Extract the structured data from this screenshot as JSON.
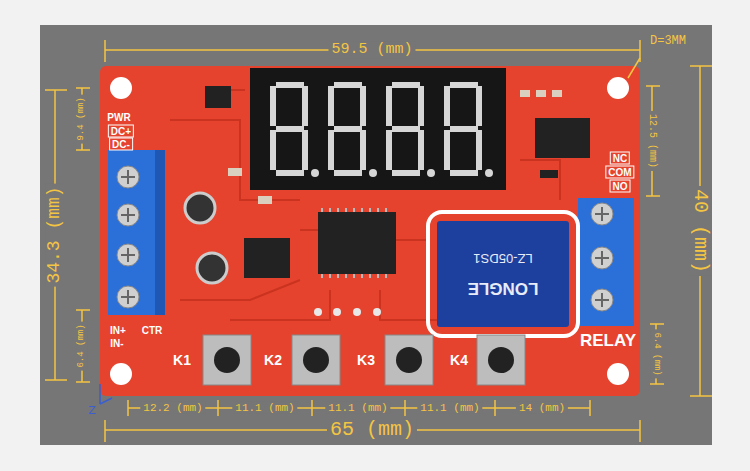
{
  "diagram": {
    "nodes": [
      {
        "text": [
          "LONGLE",
          "LZ-05DS1"
        ]
      }
    ],
    "labels": [
      "59.5 (mm)",
      "D=3MM",
      "PWR",
      "DC+",
      "DC-",
      "9.4 (mm)",
      "34.3 (mm)",
      "12.5 (mm)",
      "NC",
      "COM",
      "NO",
      "40 (mm)",
      "IN+",
      "CTR",
      "IN-",
      "6.4 (mm)",
      "RELAY",
      "6.4 (mm)",
      "K1",
      "K2",
      "K3",
      "K4",
      "Z",
      "12.2 (mm)",
      "11.1 (mm)",
      "11.1 (mm)",
      "11.1 (mm)",
      "14 (mm)",
      "65 (mm)"
    ]
  }
}
